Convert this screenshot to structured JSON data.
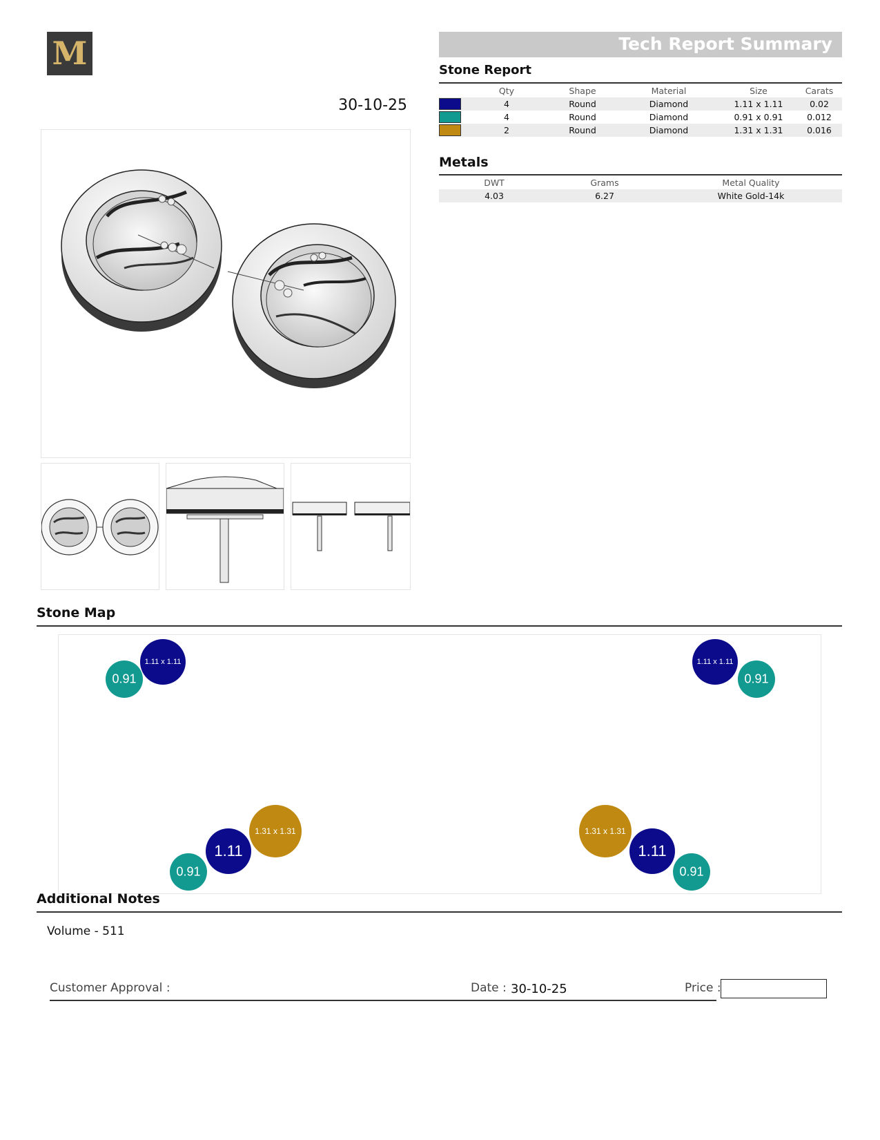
{
  "doc": {
    "date": "30-10-25",
    "logo_letter": "M"
  },
  "header": {
    "title": "Tech Report Summary"
  },
  "stone_report": {
    "title": "Stone Report",
    "columns": [
      "Qty",
      "Shape",
      "Material",
      "Size",
      "Carats"
    ],
    "rows": [
      {
        "color": "#0b0b8c",
        "qty": "4",
        "shape": "Round",
        "material": "Diamond",
        "size": "1.11 x 1.11",
        "carats": "0.02"
      },
      {
        "color": "#129990",
        "qty": "4",
        "shape": "Round",
        "material": "Diamond",
        "size": "0.91 x 0.91",
        "carats": "0.012"
      },
      {
        "color": "#c08a12",
        "qty": "2",
        "shape": "Round",
        "material": "Diamond",
        "size": "1.31 x 1.31",
        "carats": "0.016"
      }
    ]
  },
  "metals": {
    "title": "Metals",
    "columns": [
      "DWT",
      "Grams",
      "Metal Quality"
    ],
    "row": {
      "dwt": "4.03",
      "grams": "6.27",
      "quality": "White Gold-14k"
    }
  },
  "stone_map": {
    "title": "Stone Map",
    "stones": [
      {
        "label": "0.91",
        "color": "#129990"
      },
      {
        "label": "1.11 x 1.11",
        "color": "#0b0b8c"
      },
      {
        "label": "1.11 x 1.11",
        "color": "#0b0b8c"
      },
      {
        "label": "0.91",
        "color": "#129990"
      },
      {
        "label": "0.91",
        "color": "#129990"
      },
      {
        "label": "1.11",
        "color": "#0b0b8c"
      },
      {
        "label": "1.31 x 1.31",
        "color": "#c08a12"
      },
      {
        "label": "1.31 x 1.31",
        "color": "#c08a12"
      },
      {
        "label": "1.11",
        "color": "#0b0b8c"
      },
      {
        "label": "0.91",
        "color": "#129990"
      }
    ]
  },
  "notes": {
    "title": "Additional Notes",
    "text": "Volume - 511"
  },
  "footer": {
    "approval_label": "Customer Approval :",
    "date_label": "Date :",
    "date_value": "30-10-25",
    "price_label": "Price :",
    "price_value": ""
  }
}
